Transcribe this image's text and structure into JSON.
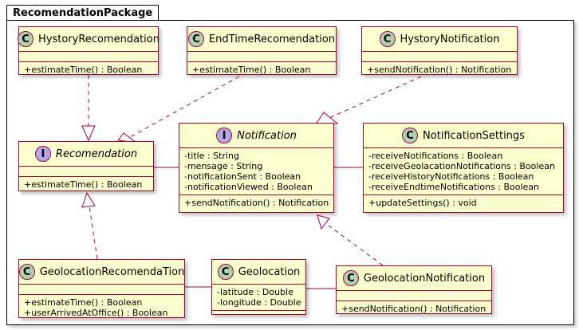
{
  "package": {
    "name": "RecomendationPackage"
  },
  "classes": {
    "hystory_recomendation": {
      "kind": "C",
      "name": "HystoryRecomendation",
      "attributes": [],
      "methods": [
        "+estimateTime() : Boolean"
      ]
    },
    "end_time_recomendation": {
      "kind": "C",
      "name": "EndTimeRecomendation",
      "attributes": [],
      "methods": [
        "+estimateTime() : Boolean"
      ]
    },
    "hystory_notification": {
      "kind": "C",
      "name": "HystoryNotification",
      "attributes": [],
      "methods": [
        "+sendNotification() : Notification"
      ]
    },
    "recomendation": {
      "kind": "I",
      "name": "Recomendation",
      "attributes": [],
      "methods": [
        "+estimateTime() : Boolean"
      ]
    },
    "notification": {
      "kind": "I",
      "name": "Notification",
      "attributes": [
        "-title : String",
        "-mensage : String",
        "-notificationSent : Boolean",
        "-notificationViewed : Boolean"
      ],
      "methods": [
        "+sendNotification() : Notification"
      ]
    },
    "notification_settings": {
      "kind": "C",
      "name": "NotificationSettings",
      "attributes": [
        "-receiveNotifications : Boolean",
        "-receiveGeolacationNotifications : Boolean",
        "-receiveHistoryNotifications : Boolean",
        "-receiveEndtimeNotifications : Boolean"
      ],
      "methods": [
        "+updateSettings() : void"
      ]
    },
    "geolocation_recomendation": {
      "kind": "C",
      "name": "GeolocationRecomendaTion",
      "attributes": [],
      "methods": [
        "+estimateTime() : Boolean",
        "+userArrivedAtOffice() : Boolean"
      ]
    },
    "geolocation": {
      "kind": "C",
      "name": "Geolocation",
      "attributes": [
        "-latitude : Double",
        "-longitude : Double"
      ],
      "methods": []
    },
    "geolocation_notification": {
      "kind": "C",
      "name": "GeolocationNotification",
      "attributes": [],
      "methods": [
        "+sendNotification() : Notification"
      ]
    }
  },
  "relations": [
    {
      "from": "hystory_recomendation",
      "to": "recomendation",
      "type": "realization"
    },
    {
      "from": "end_time_recomendation",
      "to": "recomendation",
      "type": "realization"
    },
    {
      "from": "hystory_notification",
      "to": "notification",
      "type": "realization"
    },
    {
      "from": "geolocation_recomendation",
      "to": "recomendation",
      "type": "realization"
    },
    {
      "from": "geolocation_notification",
      "to": "notification",
      "type": "realization"
    },
    {
      "from": "recomendation",
      "to": "notification",
      "type": "association"
    },
    {
      "from": "notification",
      "to": "notification_settings",
      "type": "association"
    },
    {
      "from": "geolocation_recomendation",
      "to": "geolocation",
      "type": "association"
    },
    {
      "from": "geolocation",
      "to": "geolocation_notification",
      "type": "association"
    }
  ],
  "colors": {
    "class_fill": "#FEFECE",
    "class_border": "#A80036",
    "class_badge": "#ADD1B2",
    "interface_badge": "#B4A7E5"
  }
}
